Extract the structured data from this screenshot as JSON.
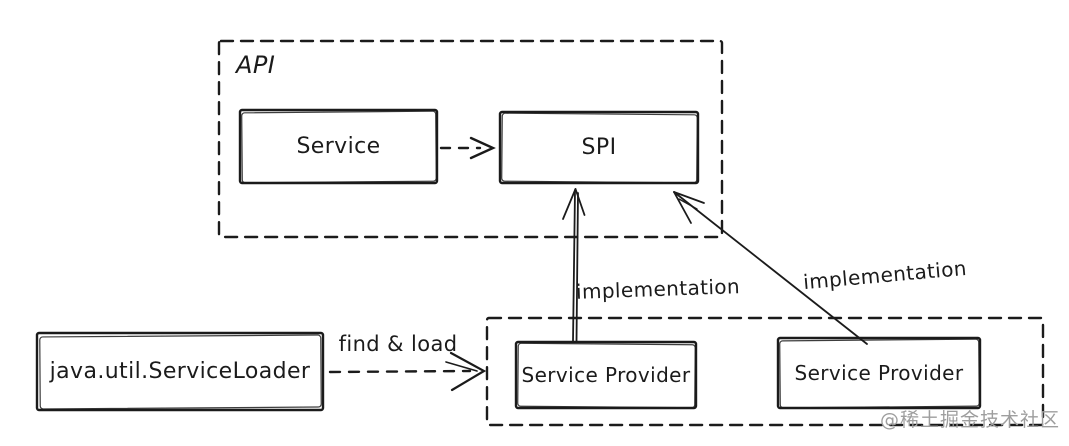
{
  "diagram": {
    "title_context": "Java SPI mechanism diagram",
    "groups": {
      "api": {
        "label": "API"
      },
      "providers": {
        "label": ""
      }
    },
    "nodes": {
      "service": {
        "label": "Service"
      },
      "spi": {
        "label": "SPI"
      },
      "service_loader": {
        "label": "java.util.ServiceLoader"
      },
      "provider_left": {
        "label": "Service Provider"
      },
      "provider_right": {
        "label": "Service Provider"
      }
    },
    "edges": {
      "service_to_spi": {
        "label": ""
      },
      "find_load": {
        "label": "find & load"
      },
      "impl_left": {
        "label": "implementation"
      },
      "impl_right": {
        "label": "implementation"
      }
    },
    "watermark": "@稀土掘金技术社区",
    "colors": {
      "stroke": "#1b1b1b",
      "background": "#ffffff",
      "watermark": "#9e9e9e"
    }
  }
}
